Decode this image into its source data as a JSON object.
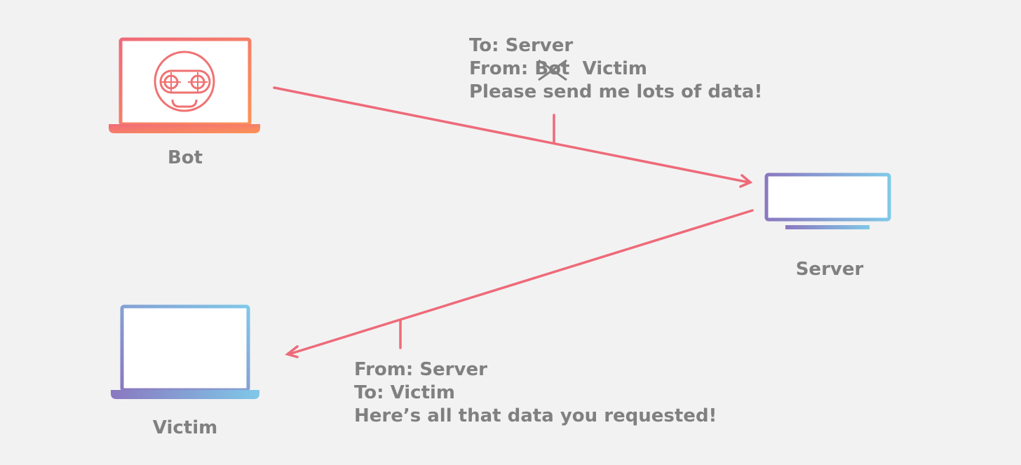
{
  "nodes": {
    "bot": {
      "label": "Bot"
    },
    "server": {
      "label": "Server"
    },
    "victim": {
      "label": "Victim"
    }
  },
  "request_message": {
    "to": "To: Server",
    "from_prefix": "From: ",
    "from_struck": "Bot",
    "from_replacement": "Victim",
    "body": "Please send me lots of data!"
  },
  "response_message": {
    "from": "From: Server",
    "to": "To: Victim",
    "body": "Here’s all that data you requested!"
  },
  "colors": {
    "arrow": "#ee6a79",
    "text": "#808080",
    "bot_gradient_start": "#f06a7a",
    "bot_gradient_end": "#fc9356",
    "cool_gradient_start": "#8a78c0",
    "cool_gradient_end": "#7fc8e8"
  }
}
